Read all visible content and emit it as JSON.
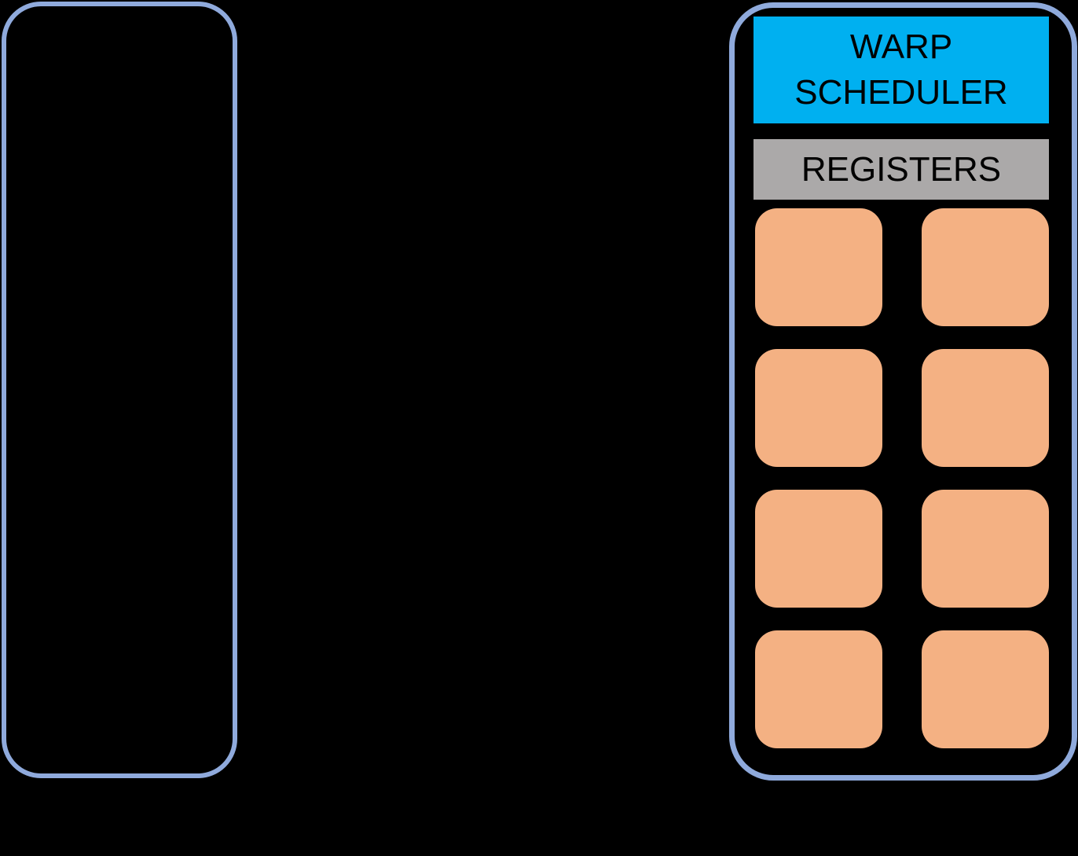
{
  "diagram": {
    "background": "#000000",
    "outline_color": "#8FAADC"
  },
  "sm": {
    "warp_scheduler": {
      "label": "WARP SCHEDULER",
      "fill": "#00B0F0",
      "text_color": "#000000"
    },
    "registers": {
      "label": "REGISTERS",
      "fill": "#ABA9A9",
      "text_color": "#000000"
    },
    "cores": {
      "count": 8,
      "columns": 2,
      "rows": 4,
      "fill": "#F4B183"
    }
  }
}
